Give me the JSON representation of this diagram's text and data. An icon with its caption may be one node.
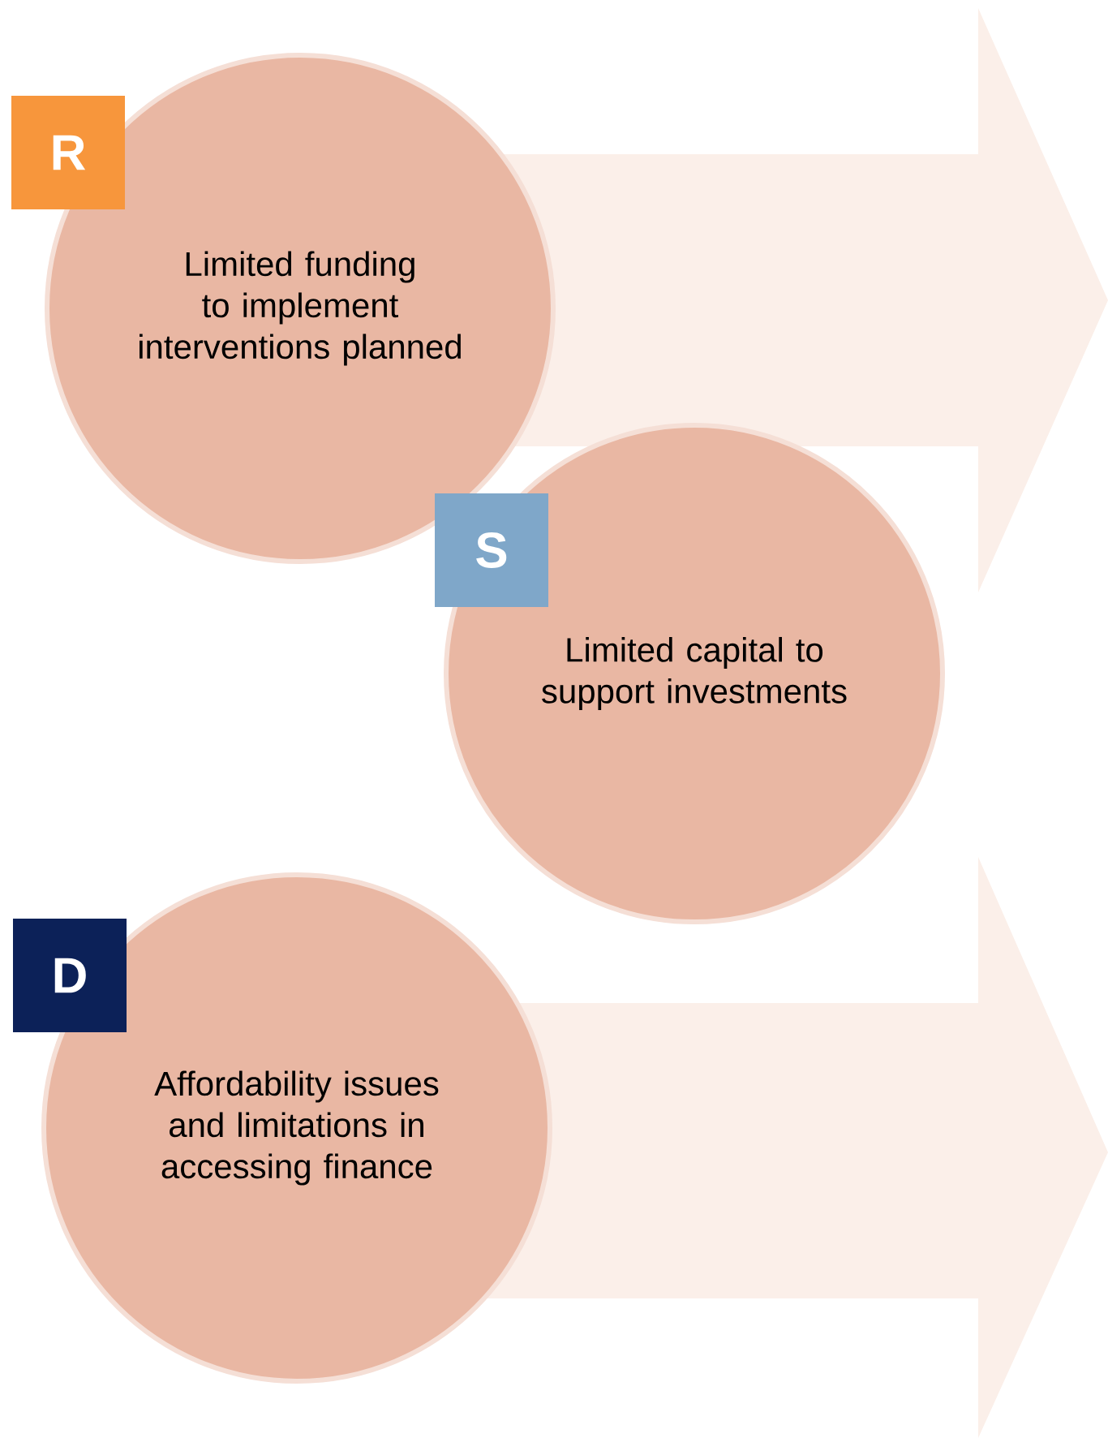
{
  "diagram": {
    "nodes": [
      {
        "text": [
          "R"
        ]
      },
      {
        "text": [
          "Limited funding to implement interventions planned"
        ]
      },
      {
        "text": [
          "S"
        ]
      },
      {
        "text": [
          "Limited capital to support investments"
        ]
      },
      {
        "text": [
          "D"
        ]
      },
      {
        "text": [
          "Affordability issues and limitations in accessing finance"
        ]
      }
    ]
  }
}
